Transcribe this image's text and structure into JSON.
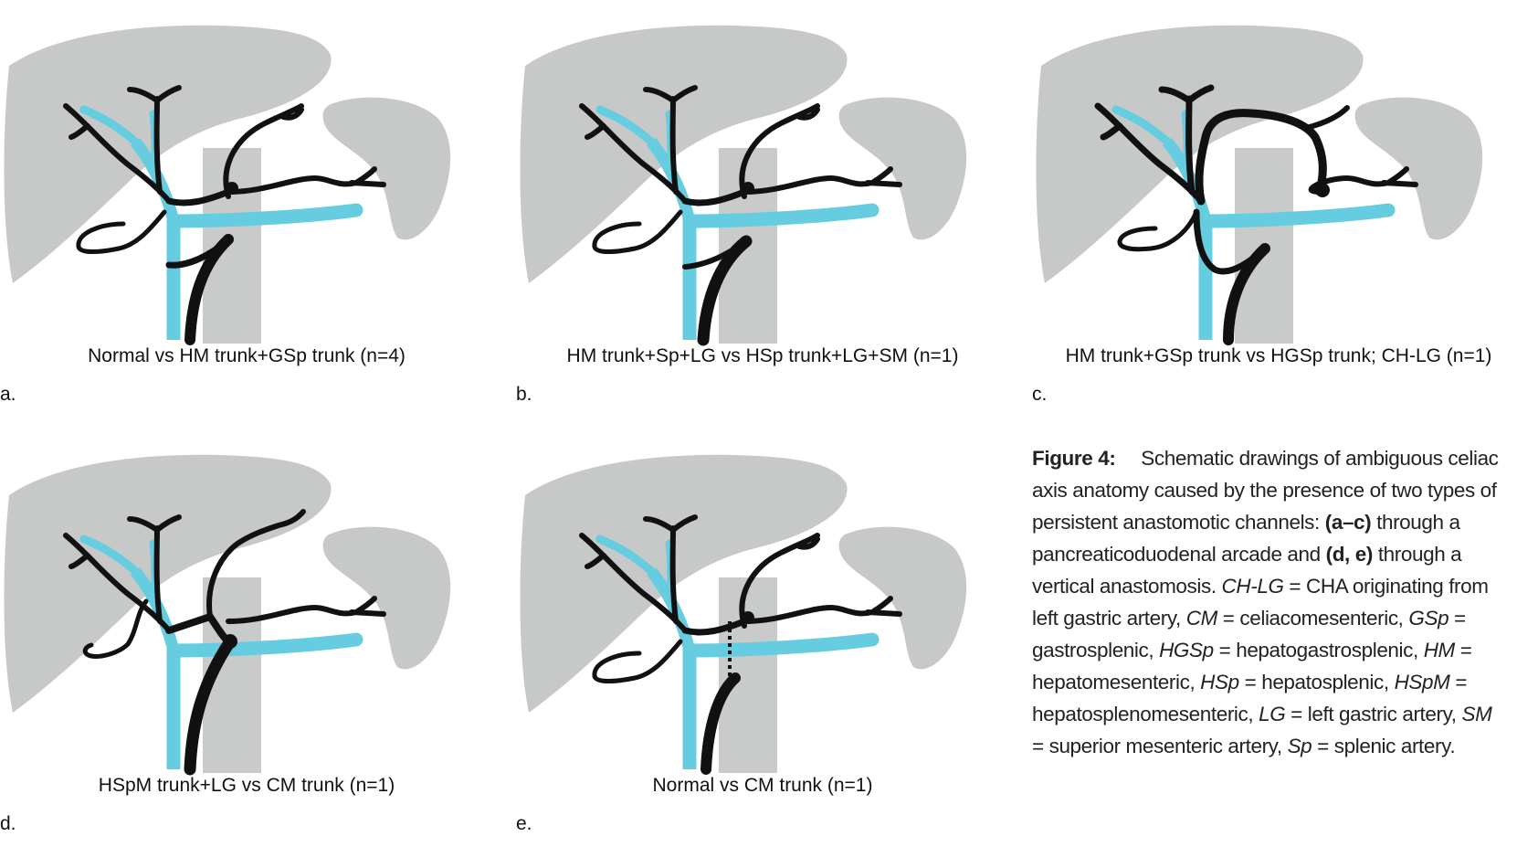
{
  "colors": {
    "organ": "#c7c9c9",
    "aorta": "#bfc1c1",
    "vein": "#66cce0",
    "artery": "#111111"
  },
  "panels": [
    {
      "id": "a",
      "label": "a.",
      "caption": "Normal vs HM trunk+GSp trunk (n=4)"
    },
    {
      "id": "b",
      "label": "b.",
      "caption": "HM trunk+Sp+LG vs HSp trunk+LG+SM (n=1)"
    },
    {
      "id": "c",
      "label": "c.",
      "caption": "HM trunk+GSp trunk vs HGSp trunk; CH-LG (n=1)"
    },
    {
      "id": "d",
      "label": "d.",
      "caption": "HSpM trunk+LG vs CM trunk (n=1)"
    },
    {
      "id": "e",
      "label": "e.",
      "caption": "Normal vs CM trunk (n=1)"
    }
  ],
  "legend": {
    "figure_label": "Figure 4:",
    "t1": "Schematic drawings of ambiguous celiac axis anatomy caused by the presence of two types of persistent anastomotic channels: ",
    "b1": "(a–c)",
    "t2": " through a pancreaticoduodenal arcade and ",
    "b2": "(d, e)",
    "t3": " through a vertical anastomosis. ",
    "abbr": [
      {
        "term": "CH-LG",
        "def": "CHA originating from left gastric artery"
      },
      {
        "term": "CM",
        "def": "celiacomesenteric"
      },
      {
        "term": "GSp",
        "def": "gastrosplenic"
      },
      {
        "term": "HGSp",
        "def": "hepatogastrosplenic"
      },
      {
        "term": "HM",
        "def": "hepatomesenteric"
      },
      {
        "term": "HSp",
        "def": "hepatosplenic"
      },
      {
        "term": "HSpM",
        "def": "hepatosplenomesenteric"
      },
      {
        "term": "LG",
        "def": "left gastric artery"
      },
      {
        "term": "SM",
        "def": "superior mesenteric artery"
      },
      {
        "term": "Sp",
        "def": "splenic artery"
      }
    ]
  }
}
